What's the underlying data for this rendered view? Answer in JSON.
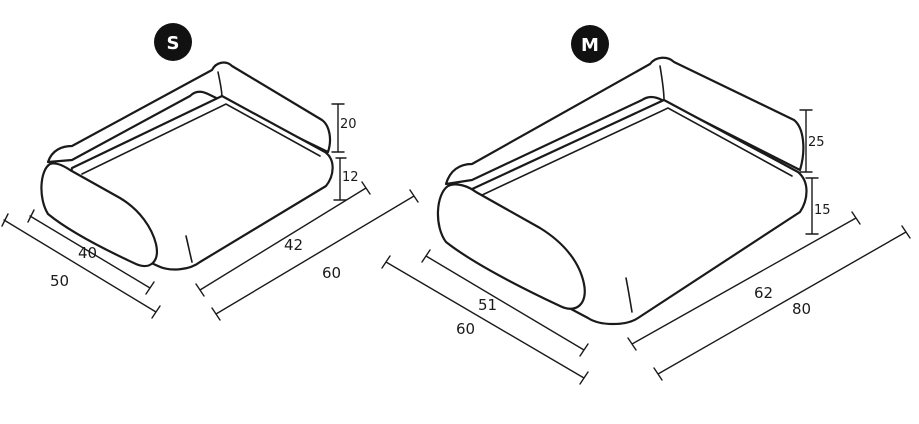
{
  "sizes": {
    "small": {
      "label": "S",
      "height_back": "20",
      "height_seat": "12",
      "inner_depth": "40",
      "outer_depth": "50",
      "inner_width": "42",
      "outer_width": "60"
    },
    "medium": {
      "label": "M",
      "height_back": "25",
      "height_seat": "15",
      "inner_depth": "51",
      "outer_depth": "60",
      "inner_width": "62",
      "outer_width": "80"
    }
  }
}
